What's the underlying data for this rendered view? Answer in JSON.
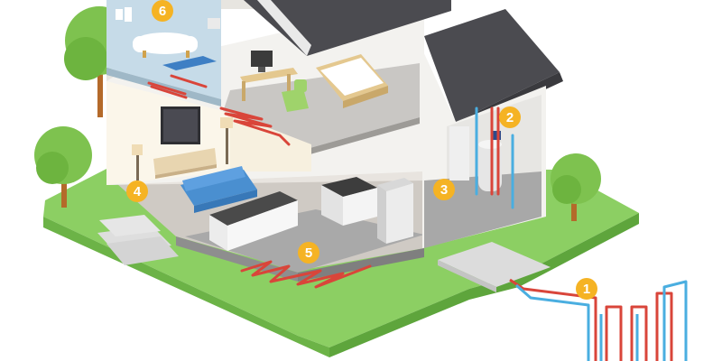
{
  "diagram": {
    "markers": [
      {
        "id": "1",
        "label": "1"
      },
      {
        "id": "2",
        "label": "2"
      },
      {
        "id": "3",
        "label": "3"
      },
      {
        "id": "4",
        "label": "4"
      },
      {
        "id": "5",
        "label": "5"
      },
      {
        "id": "6",
        "label": "6"
      }
    ],
    "colors": {
      "badge": "#f5b324",
      "badge_text": "#ffffff",
      "hot_pipe": "#d9453a",
      "cold_pipe": "#4aaee0",
      "grass": "#8ccf63",
      "roof": "#4b4b50",
      "floor": "#d8d6d3",
      "wall": "#f3f2ef"
    },
    "icons": [
      "tree-icon",
      "bathtub-icon",
      "tv-icon",
      "sofa-icon",
      "bed-icon",
      "stove-icon",
      "fridge-icon",
      "water-heater-icon",
      "desk-icon"
    ]
  }
}
